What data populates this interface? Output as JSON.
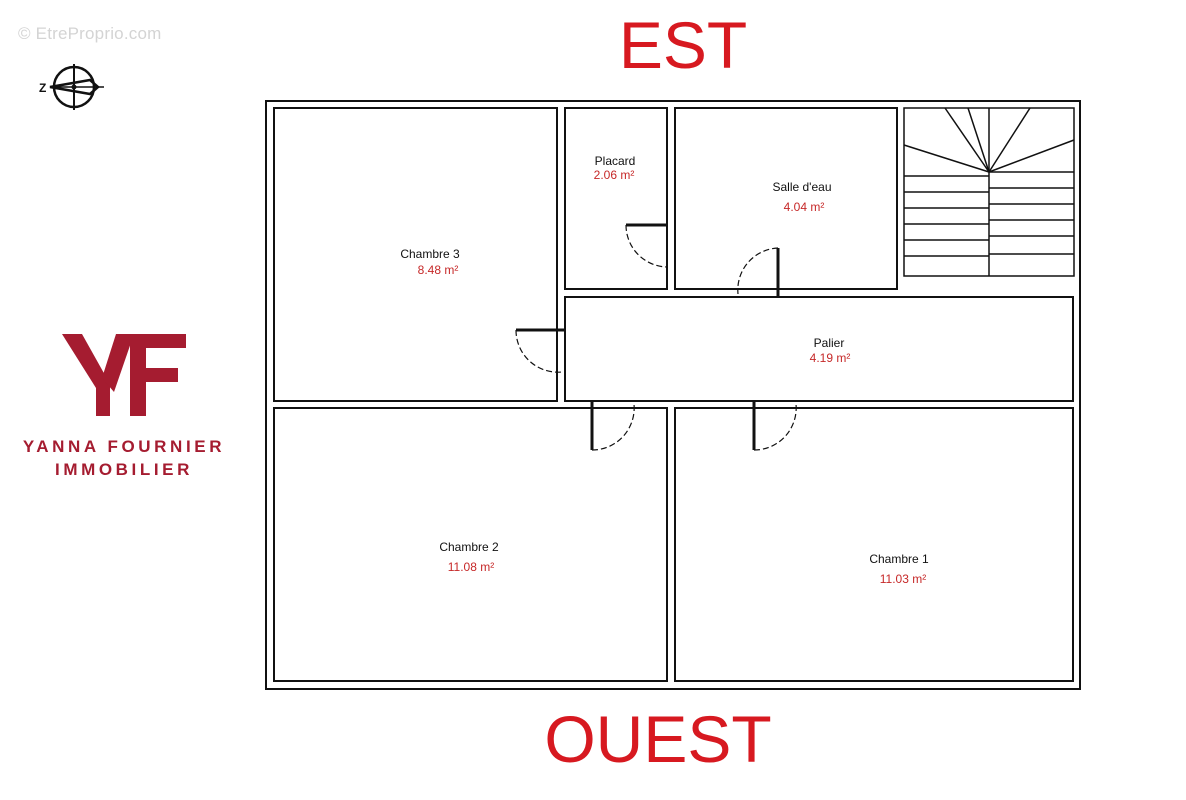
{
  "watermark": "© EtreProprio.com",
  "orientation": {
    "top": "EST",
    "bottom": "OUEST"
  },
  "brand": {
    "monogram": "YF",
    "line1": "YANNA FOURNIER",
    "line2": "IMMOBILIER"
  },
  "rooms": {
    "chambre3": {
      "name": "Chambre 3",
      "area": "8.48 m²"
    },
    "placard": {
      "name": "Placard",
      "area": "2.06 m²"
    },
    "salle_eau": {
      "name": "Salle d'eau",
      "area": "4.04 m²"
    },
    "palier": {
      "name": "Palier",
      "area": "4.19 m²"
    },
    "chambre2": {
      "name": "Chambre 2",
      "area": "11.08 m²"
    },
    "chambre1": {
      "name": "Chambre 1",
      "area": "11.03 m²"
    }
  },
  "colors": {
    "orientation": "#d71920",
    "brand": "#a51c30",
    "area": "#c62828",
    "wall": "#111111"
  }
}
